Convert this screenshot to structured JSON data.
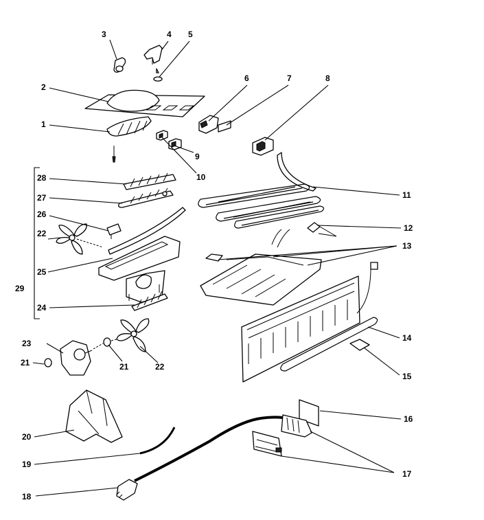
{
  "labels": {
    "p1": "1",
    "p2": "2",
    "p3": "3",
    "p4": "4",
    "p5": "5",
    "p6": "6",
    "p7": "7",
    "p8": "8",
    "p9": "9",
    "p10": "10",
    "p11": "11",
    "p12": "12",
    "p13": "13",
    "p14": "14",
    "p15": "15",
    "p16": "16",
    "p17": "17",
    "p18": "18",
    "p19": "19",
    "p20": "20",
    "p21a": "21",
    "p21b": "21",
    "p22a": "22",
    "p22b": "22",
    "p23": "23",
    "p24": "24",
    "p25": "25",
    "p26": "26",
    "p27": "27",
    "p28": "28",
    "p29": "29"
  }
}
